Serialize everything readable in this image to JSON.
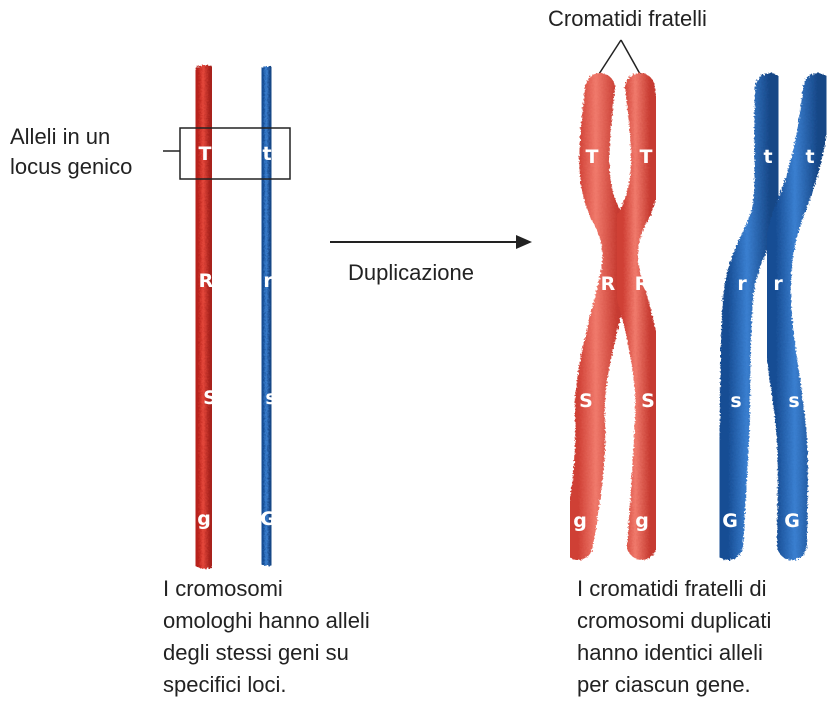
{
  "labels": {
    "alleles_locus": [
      "Alleli in un",
      "locus genico"
    ],
    "sister_chromatids": "Cromatidi fratelli",
    "duplication": "Duplicazione"
  },
  "captions": {
    "left": [
      "I cromosomi",
      "omologhi hanno alleli",
      "degli stessi geni su",
      "specifici loci."
    ],
    "right": [
      "I cromatidi fratelli di",
      "cromosomi duplicati",
      "hanno identici alleli",
      "per ciascun gene."
    ]
  },
  "alleles": {
    "red": [
      "T",
      "R",
      "S",
      "g"
    ],
    "blue": [
      "t",
      "r",
      "s",
      "G"
    ]
  },
  "colors": {
    "red_chromosome": "#d93327",
    "red_chromatid": "#e0564a",
    "blue_chromosome": "#2060b0",
    "blue_chromatid": "#1f5ba8",
    "text": "#222222"
  }
}
